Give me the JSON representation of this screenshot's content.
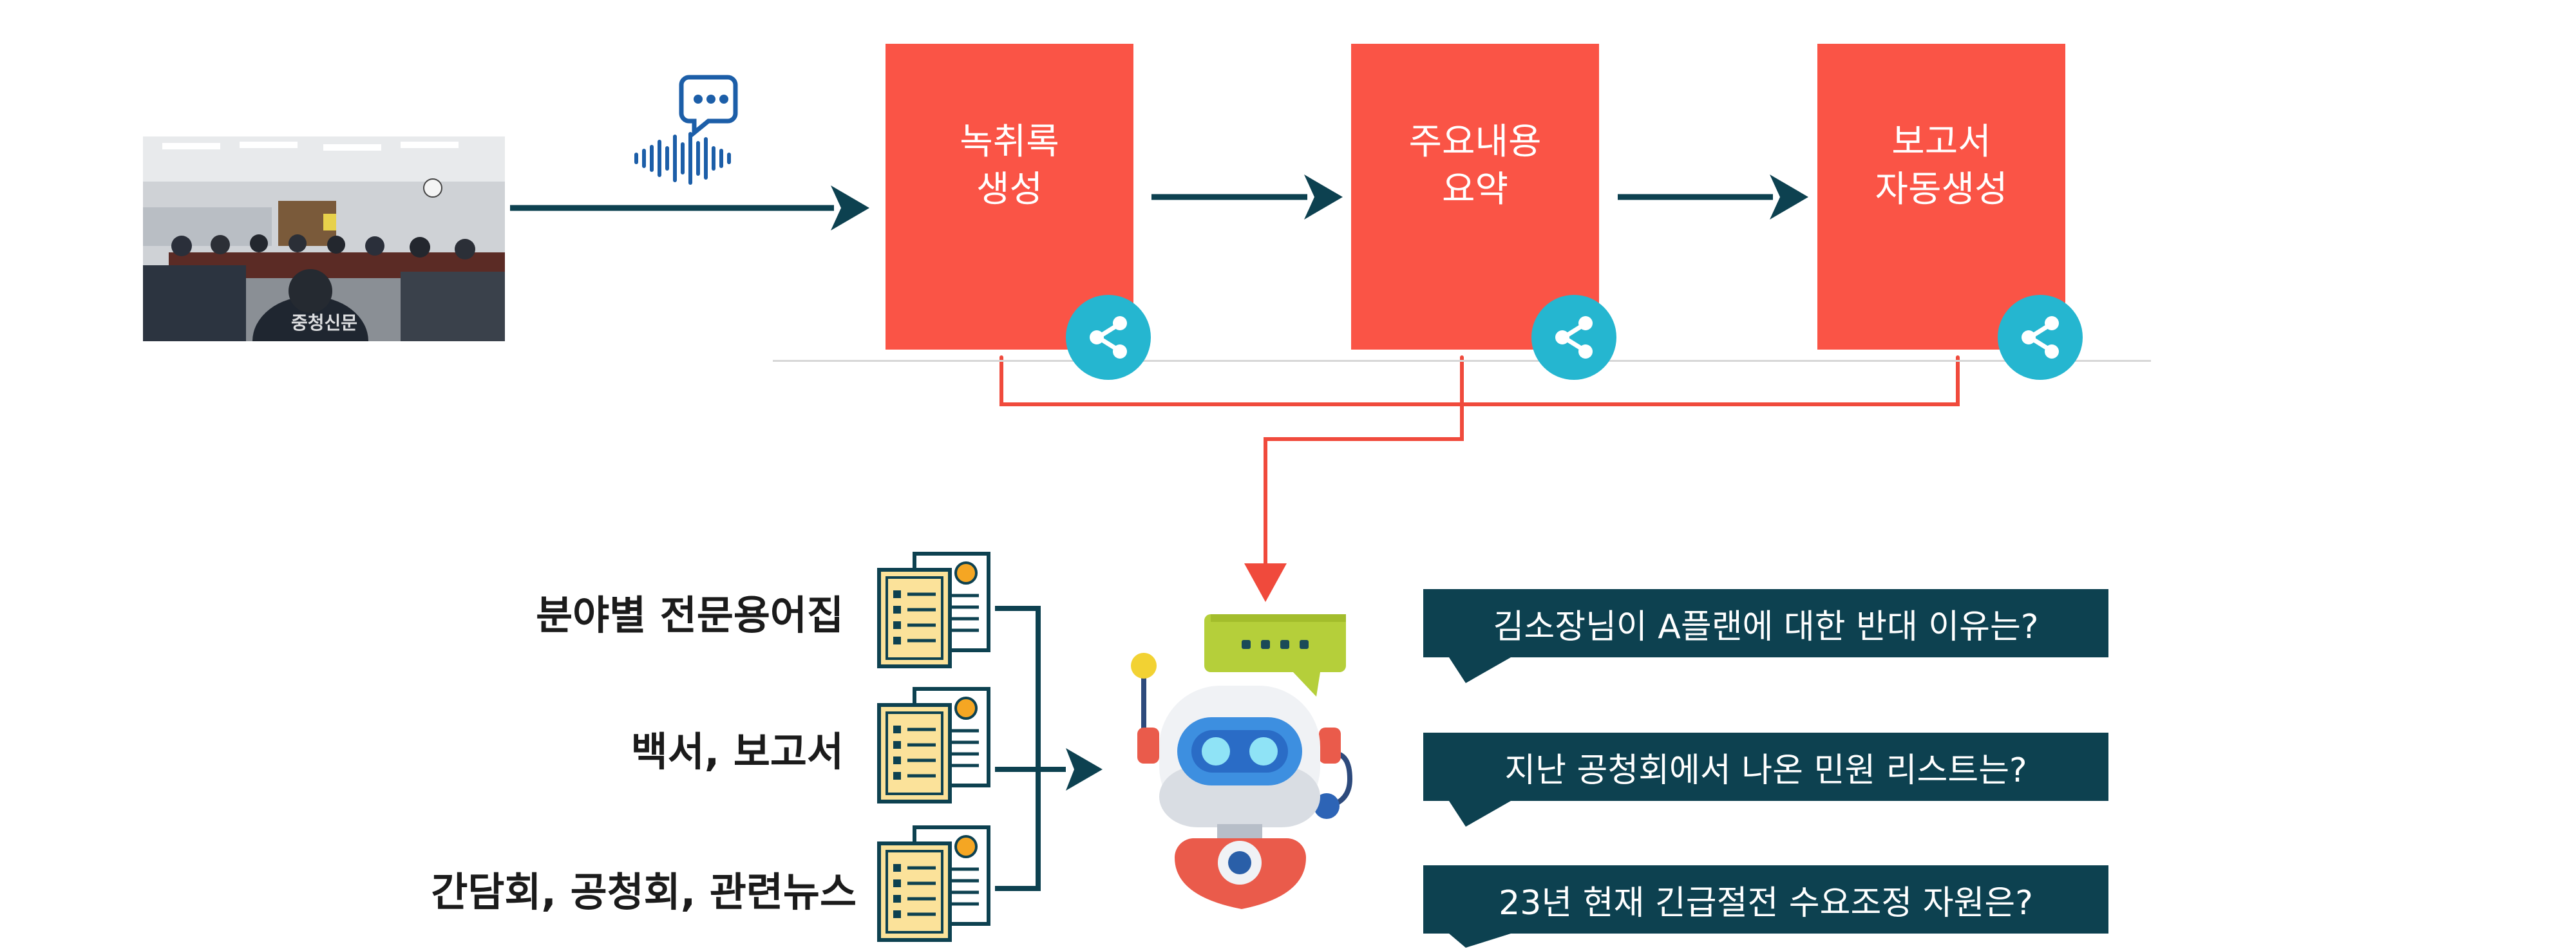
{
  "pipeline": {
    "steps": [
      {
        "label": "녹취록\n생성"
      },
      {
        "label": "주요내용\n요약"
      },
      {
        "label": "보고서\n자동생성"
      }
    ],
    "photo_watermark": "중청신문"
  },
  "sources": [
    {
      "label": "분야별 전문용어집"
    },
    {
      "label": "백서, 보고서"
    },
    {
      "label": "간담회, 공청회, 관련뉴스"
    }
  ],
  "questions": [
    {
      "text": "김소장님이 A플랜에 대한 반대 이유는?"
    },
    {
      "text": "지난 공청회에서 나온 민원 리스트는?"
    },
    {
      "text": "23년 현재 긴급절전 수요조정 자원은?"
    }
  ],
  "colors": {
    "step_box": "#fa5446",
    "share_circle": "#25b6d0",
    "arrow_dark": "#0d4150",
    "connector_red": "#f04a3c",
    "question_bg": "#0d4150"
  },
  "icons": [
    "speech-bubble-icon",
    "sound-wave-icon",
    "share-icon",
    "document-stack-icon",
    "robot-icon"
  ]
}
